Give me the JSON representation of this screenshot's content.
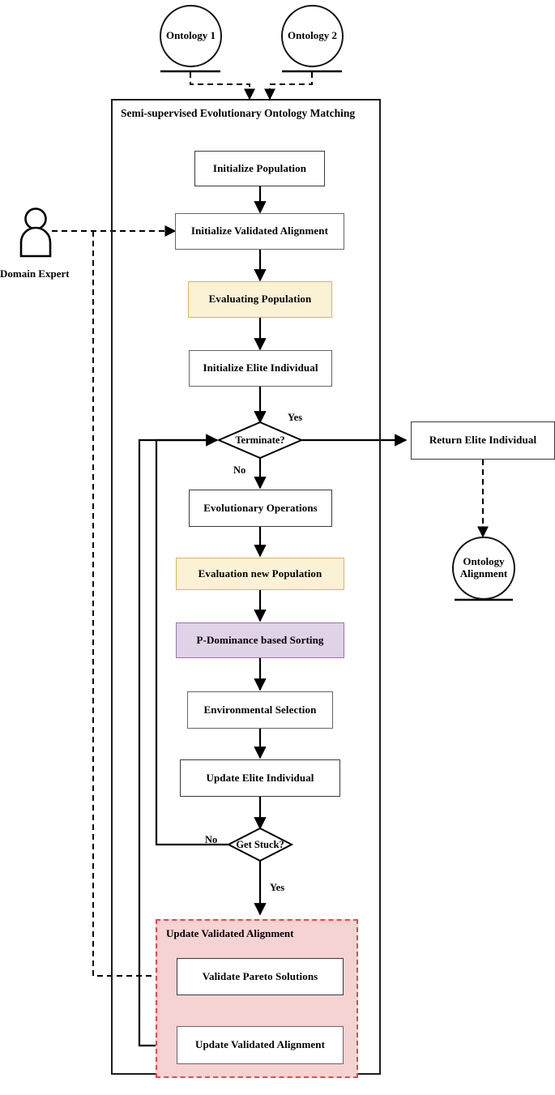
{
  "diagram": {
    "title": "Semi-supervised Evolutionary Ontology Matching",
    "colors": {
      "eval_fill": "#fbf2d5",
      "eval_stroke": "#d6b656",
      "sort_fill": "#e0d2e7",
      "sort_stroke": "#9b73b0",
      "group_fill": "#f6d3d3",
      "group_stroke": "#e24a4a",
      "node_stroke": "#666666",
      "line": "#000000"
    }
  },
  "inputs": {
    "ontology_1": "Ontology 1",
    "ontology_2": "Ontology 2"
  },
  "actor": {
    "label": "Domain Expert",
    "icon": "person-icon"
  },
  "nodes": {
    "initialize_population": "Initialize Population",
    "initialize_validated_alignment": "Initialize Validated Alignment",
    "evaluating_population": "Evaluating Population",
    "initialize_elite_individual": "Initialize Elite Individual",
    "terminate": "Terminate?",
    "evolutionary_operations": "Evolutionary Operations",
    "evaluation_new_population": "Evaluation new Population",
    "p_dominance_sorting": "P-Dominance based Sorting",
    "environmental_selection": "Environmental Selection",
    "update_elite_individual": "Update Elite Individual",
    "get_stuck": "Get Stuck?",
    "validate_pareto_solutions": "Validate Pareto Solutions",
    "update_validated_alignment": "Update Validated Alignment",
    "return_elite_individual": "Return Elite Individual"
  },
  "group": {
    "title": "Update Validated Alignment"
  },
  "outputs": {
    "ontology_alignment_line1": "Ontology",
    "ontology_alignment_line2": "Alignment"
  },
  "edge_labels": {
    "terminate_yes": "Yes",
    "terminate_no": "No",
    "stuck_no": "No",
    "stuck_yes": "Yes"
  }
}
